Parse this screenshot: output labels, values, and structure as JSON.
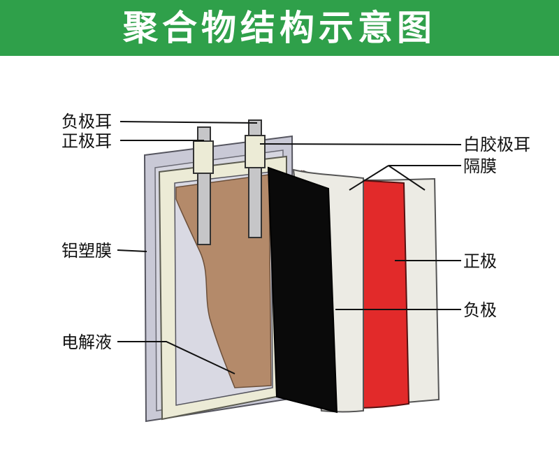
{
  "title": "聚合物结构示意图",
  "labels": {
    "negative_tab": "负极耳",
    "positive_tab": "正极耳",
    "tab_sealant": "白胶极耳",
    "separator": "隔膜",
    "aluminum_film": "铝塑膜",
    "positive_electrode": "正极",
    "negative_electrode": "负极",
    "electrolyte": "电解液"
  },
  "colors": {
    "banner": "#2fa04a",
    "pouch": "#c9c9d6",
    "electrolyte": "#b48a6a",
    "negative": "#0a0a0a",
    "positive": "#e22a2a",
    "separator": "#ecebe4"
  }
}
